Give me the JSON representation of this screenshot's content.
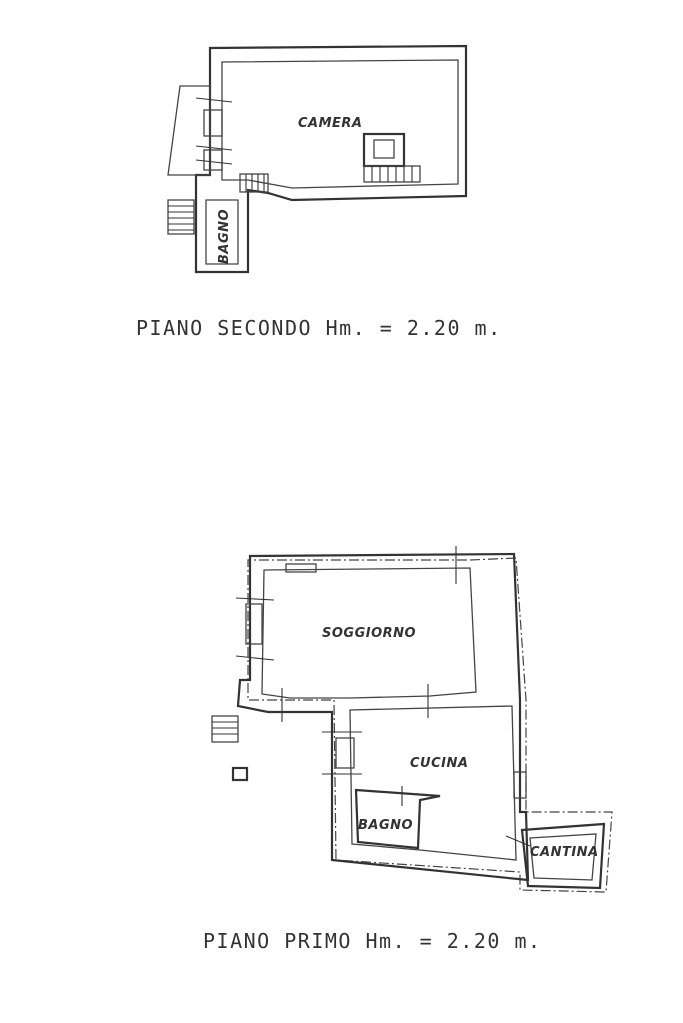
{
  "floors": {
    "second": {
      "caption": "PIANO SECONDO Hm. = 2.20 m.",
      "rooms": {
        "camera": "CAMERA",
        "bagno": "BAGNO"
      }
    },
    "first": {
      "caption": "PIANO PRIMO Hm. = 2.20 m.",
      "rooms": {
        "soggiorno": "SOGGIORNO",
        "cucina": "CUCINA",
        "bagno": "BAGNO",
        "cantina": "CANTINA"
      }
    }
  }
}
